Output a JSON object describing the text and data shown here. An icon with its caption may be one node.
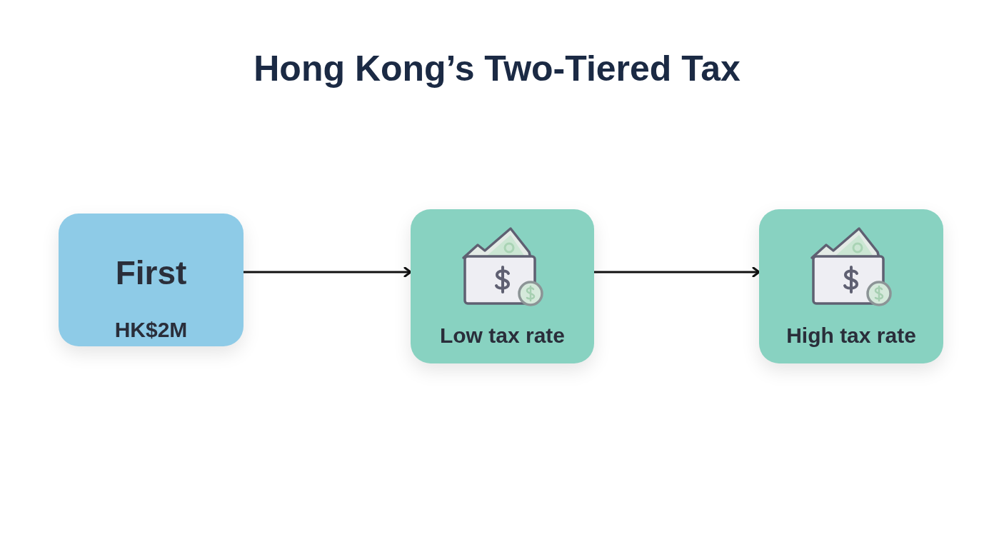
{
  "diagram": {
    "title": "Hong Kong’s Two-Tiered Tax",
    "nodes": [
      {
        "text": [
          "First",
          "HK$2M"
        ]
      },
      {
        "text": [
          "Low tax rate"
        ]
      },
      {
        "text": [
          "High tax rate"
        ]
      }
    ],
    "edges": [
      {
        "from": 0,
        "to": 1,
        "arrow": "to"
      },
      {
        "from": 1,
        "to": 2,
        "arrow": "to"
      }
    ]
  }
}
